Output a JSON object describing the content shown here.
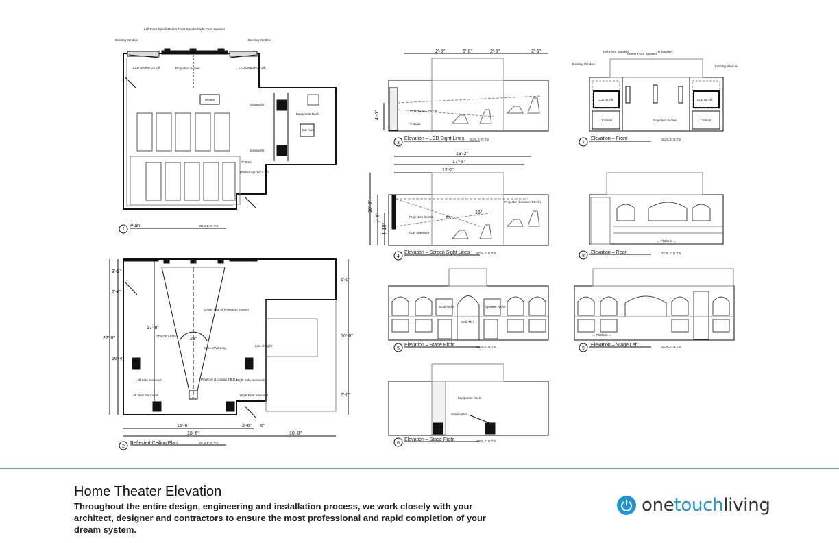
{
  "footer": {
    "title": "Home Theater Elevation",
    "description": "Throughout the entire design, engineering and installation process, we work closely with your architect, designer and contractors to ensure the most professional and rapid completion of your dream system.",
    "brand": {
      "one": "one",
      "touch": "touch",
      "living": "living",
      "icon": "power-icon",
      "color": "#1d96d3"
    }
  },
  "plan": {
    "number": "1",
    "title": "Plan",
    "scale": "SCALE: N.T.S.",
    "labels": {
      "left_front": "Left Front Speaker",
      "center_front": "Center Front Speaker",
      "right_front": "Right Front Speaker",
      "existing_window_l": "Existing Window",
      "existing_window_r": "Existing Window",
      "lcd_l": "LCD Display On Lift",
      "lcd_r": "LCD Display On Lift",
      "projection_screen": "Projection Screen",
      "theater": "Theater",
      "subwoofer_1": "Subwoofer",
      "subwoofer_2": "Subwoofer",
      "equipment_rack": "Equipment Rack",
      "bar_area": "Bar Area",
      "step": "7\" Step",
      "platform": "Platform @ 14\" A.F.F."
    }
  },
  "rcp": {
    "number": "2",
    "title": "Reflected Ceiling Plan",
    "scale": "SCALE: N.T.S.",
    "dims": {
      "d32": "3'-2\"",
      "d26": "2'-6\"",
      "d220": "22'-0\"",
      "d164": "16'-4\"",
      "d178": "17'-8\"",
      "ctr": "CTR OF LENS",
      "d60a": "6'-0\"",
      "d100": "10'-0\"",
      "d60b": "6'-0\"",
      "d156": "15'-6\"",
      "d26b": "2'-6\"",
      "d6": "6\"",
      "d186": "18'-6\"",
      "d100b": "10'-0\""
    },
    "labels": {
      "centerline": "Center Line of Projection System",
      "angle": "29°",
      "cone": "Cone of Viewing",
      "sight": "Line of Sight",
      "projector": "Projector (Location T.B.D.)",
      "left_side": "Left Side Surround",
      "right_side": "Right Side Surround",
      "left_rear": "Left Rear Surround",
      "right_rear": "Right Rear Surround"
    }
  },
  "elev3": {
    "number": "3",
    "title": "Elevation – LCD Sight Lines",
    "scale": "SCALE: N.T.S.",
    "dims": {
      "a": "2'-6\"",
      "b": "5'-0\"",
      "c": "2'-6\"",
      "d": "2'-6\"",
      "h": "4'-6\""
    },
    "labels": {
      "lcd": "LCD Display On Lift",
      "cabinet": "Cabinet"
    }
  },
  "elev4": {
    "number": "4",
    "title": "Elevation – Screen Sight Lines",
    "scale": "SCALE: N.T.S.",
    "dims": {
      "a": "19'-2\"",
      "b": "17'-6\"",
      "c": "12'-2\"",
      "h1": "10'-0\"",
      "h2": "7'-4\"",
      "h3": "4'-10\"",
      "ang1": "23°",
      "ang2": "15°"
    },
    "labels": {
      "projector": "Projector (Location T.B.D.)",
      "screen": "Projection Screen",
      "lcr": "LCR Speakers"
    }
  },
  "elev5": {
    "number": "5",
    "title": "Elevation – Stage Right",
    "scale": "SCALE: N.T.S.",
    "labels": {
      "walkthru": "Walk Thru",
      "l1": "Stool Niche",
      "l2": "Speaker Niche"
    }
  },
  "elev6": {
    "number": "6",
    "title": "Elevation – Stage Right",
    "scale": "SCALE: N.T.S.",
    "labels": {
      "rack": "Equipment Rack",
      "sub": "Subwoofers"
    }
  },
  "elev7": {
    "number": "7",
    "title": "Elevation – Front",
    "scale": "SCALE: N.T.S.",
    "labels": {
      "left_front": "Left Front Speaker",
      "center_front": "Center Front Speaker",
      "right_front": "R Speaker",
      "win_l": "Existing Window",
      "win_r": "Existing Window",
      "lcd_l": "LCD on Lift",
      "lcd_r": "LCD on Lift",
      "cab_l": "← Cabinet",
      "cab_r": "← Cabinet →",
      "screen": "Projection Screen"
    }
  },
  "elev8": {
    "number": "8",
    "title": "Elevation – Rear",
    "scale": "SCALE: N.T.S.",
    "labels": {
      "platform": "← Platform →"
    }
  },
  "elev9": {
    "number": "9",
    "title": "Elevation – Stage Left",
    "scale": "SCALE: N.T.S.",
    "labels": {
      "platform": "← Platform →"
    }
  }
}
